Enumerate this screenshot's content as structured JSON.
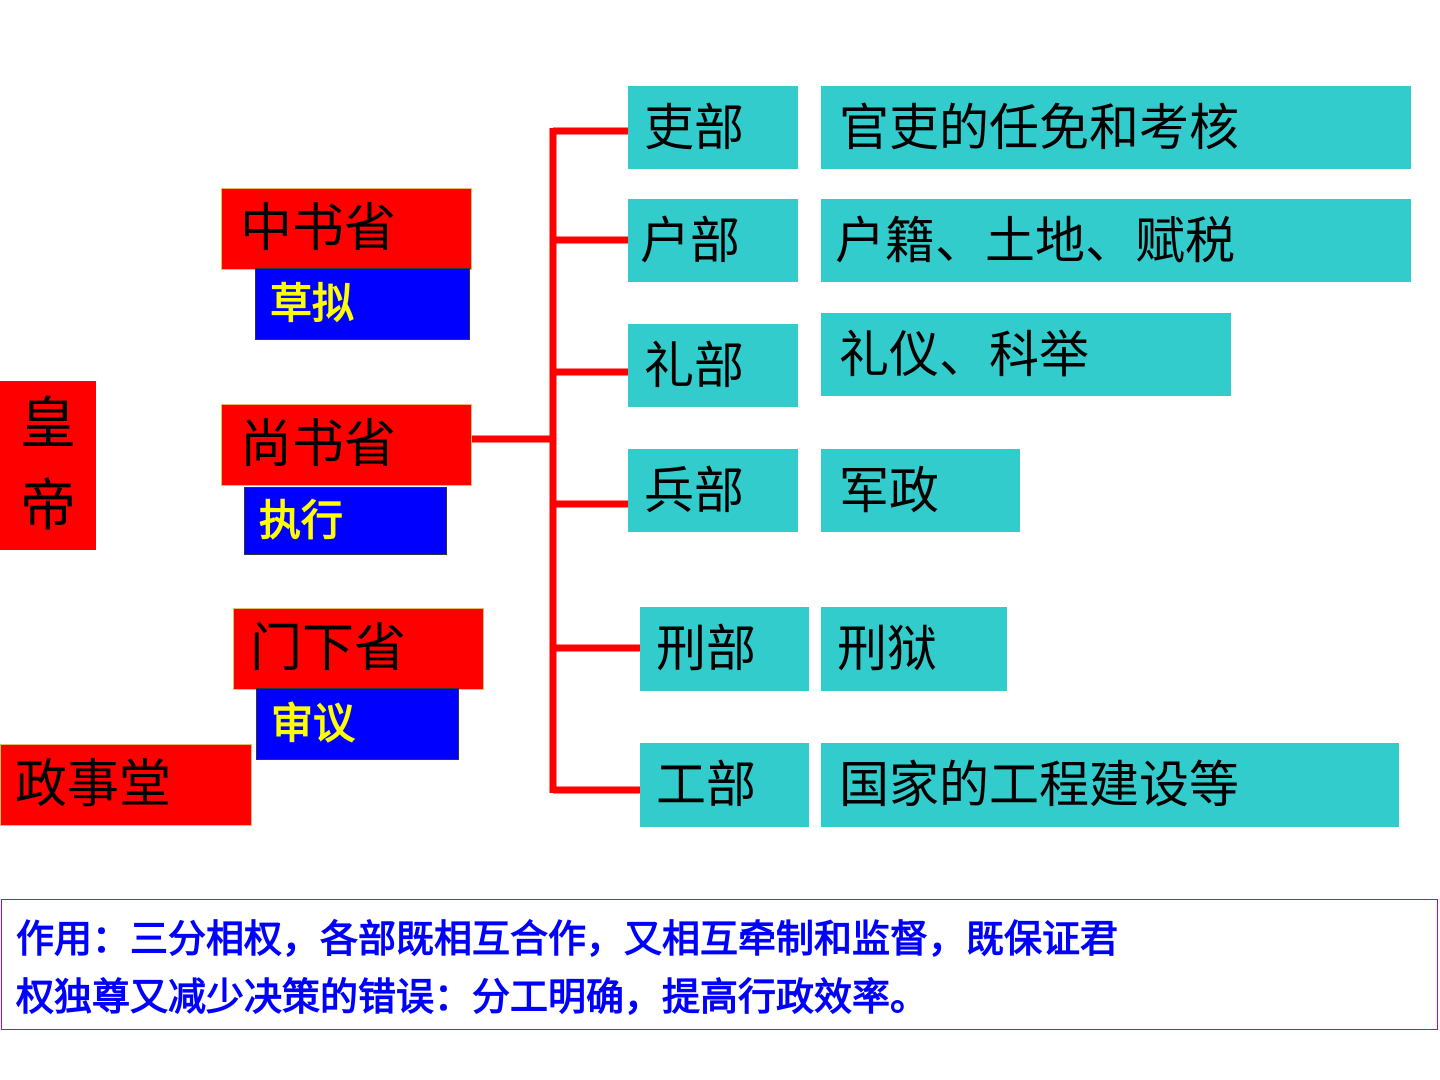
{
  "emperor": [
    "皇",
    "帝"
  ],
  "provinces": {
    "zhongshu": {
      "name": "中书省",
      "role": "草拟"
    },
    "shangshu": {
      "name": "尚书省",
      "role": "执行"
    },
    "menxia": {
      "name": "门下省",
      "role": "审议"
    }
  },
  "council": "政事堂",
  "ministries": [
    {
      "name": "吏部",
      "duty": "官吏的任免和考核"
    },
    {
      "name": "户部",
      "duty": "户籍、土地、赋税"
    },
    {
      "name": "礼部",
      "duty": "礼仪、科举"
    },
    {
      "name": "兵部",
      "duty": "军政"
    },
    {
      "name": "刑部",
      "duty": "刑狱"
    },
    {
      "name": "工部",
      "duty": "国家的工程建设等"
    }
  ],
  "summary": {
    "line1": "作用：三分相权，各部既相互合作，又相互牵制和监督，既保证君",
    "line2": "权独尊又减少决策的错误：分工明确，提高行政效率。"
  },
  "colors": {
    "province_box": "#ff0000",
    "role_box": "#0000ff",
    "role_text": "#ffff00",
    "ministry_box": "#33cccc",
    "connector": "#ff0000",
    "summary_text": "#0000ff",
    "summary_border": "#d60093"
  }
}
